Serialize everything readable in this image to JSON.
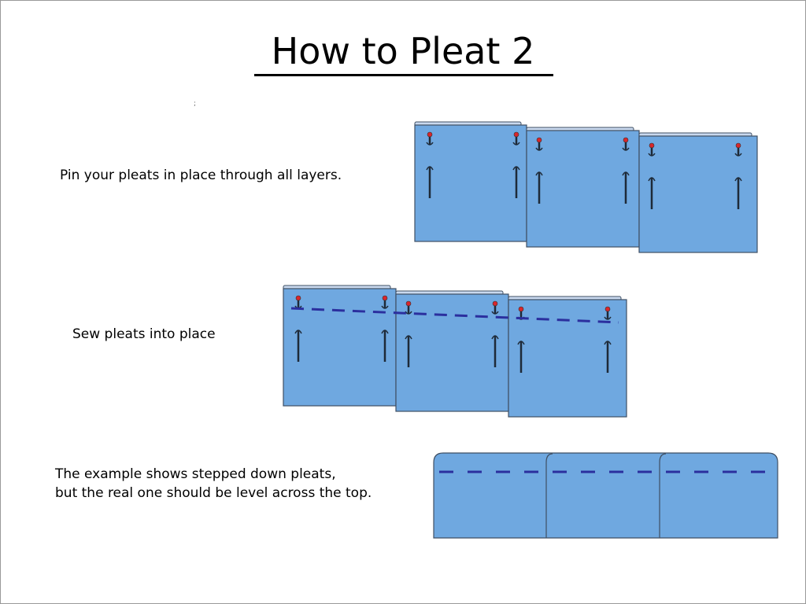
{
  "title": "How to Pleat 2",
  "stray_mark": ";",
  "steps": [
    {
      "text": "Pin your pleats in place through all layers."
    },
    {
      "text": "Sew pleats into place"
    },
    {
      "text_line1": "The example shows stepped down pleats,",
      "text_line2": "but the real one should be level across the top."
    }
  ],
  "colors": {
    "fabric": "#6fa8e0",
    "fabric_top": "#c9d9ef",
    "outline": "#3f4f63",
    "pin_head": "#d9262b",
    "pin": "#1e2a38",
    "stitch": "#2b2f9e"
  }
}
